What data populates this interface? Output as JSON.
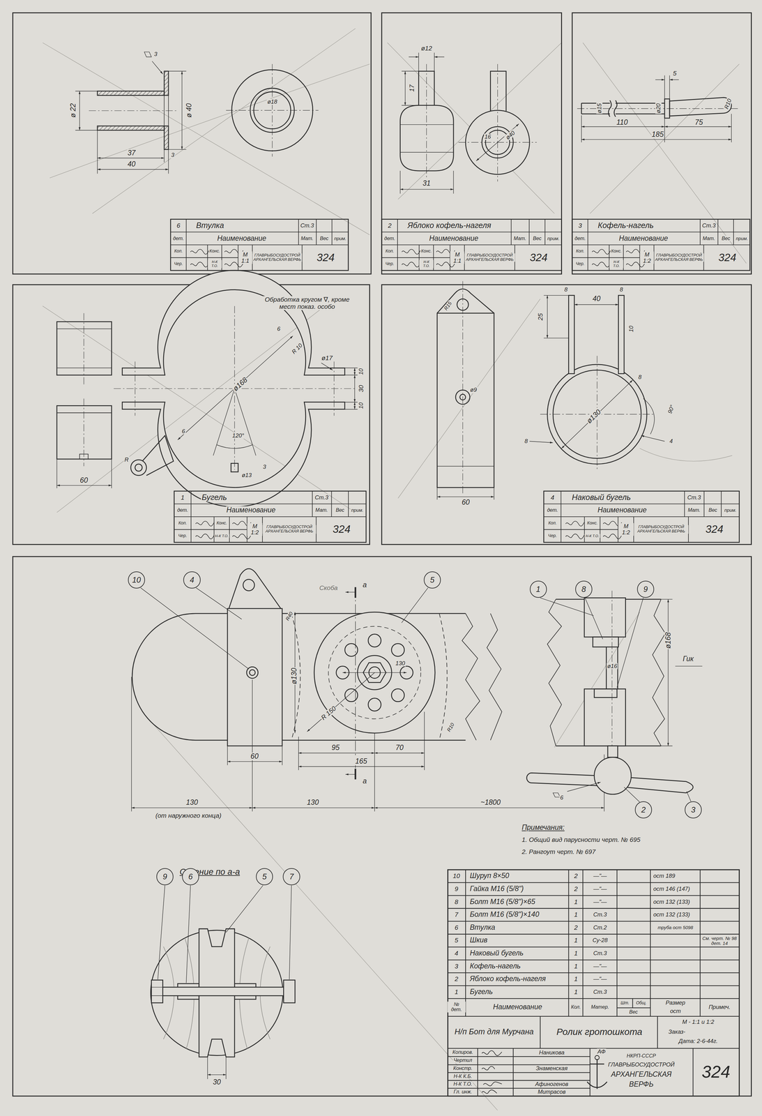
{
  "diagram": {
    "nodes": [
      {
        "text": [
          "10"
        ]
      },
      {
        "text": [
          "4"
        ]
      },
      {
        "text": [
          "5"
        ]
      },
      {
        "text": [
          "1"
        ]
      },
      {
        "text": [
          "8"
        ]
      },
      {
        "text": [
          "9"
        ]
      },
      {
        "text": [
          "2"
        ]
      },
      {
        "text": [
          "3"
        ]
      },
      {
        "text": [
          "9"
        ]
      },
      {
        "text": [
          "6"
        ]
      },
      {
        "text": [
          "5"
        ]
      },
      {
        "text": [
          "7"
        ]
      }
    ],
    "labels": [
      "3",
      "ø 22",
      "ø 40",
      "ø18",
      "37",
      "3",
      "40",
      "6",
      "Втулка",
      "Ст.3",
      "дет.",
      "Наименование",
      "Мат.",
      "Вес",
      "прим.",
      "Коп.",
      "Конс.",
      "Н-К Т.О.",
      "Чер.",
      "М 1:1",
      "ГЛАВРЫБОСУДОСТРОЙ АРХАНГЕЛЬСКАЯ ВЕРФЬ",
      "324",
      "ø12",
      "17",
      "31",
      "16",
      "ø40",
      "2",
      "Яблоко кофель-нагеля",
      "дет.",
      "Наименование",
      "Мат.",
      "Вес",
      "прим.",
      "Коп.",
      "Конс.",
      "Н-К Т.О.",
      "Чер.",
      "М 1:1",
      "ГЛАВРЫБОСУДОСТРОЙ АРХАНГЕЛЬСКАЯ ВЕРФЬ",
      "324",
      "5",
      "ø15",
      "ø20",
      "R10",
      "110",
      "75",
      "185",
      "3",
      "Кофель-нагель",
      "Ст.3",
      "дет.",
      "Наименование",
      "Мат.",
      "Вес",
      "прим.",
      "Коп.",
      "Конс.",
      "Н-К Т.О.",
      "Чер.",
      "М 1:2",
      "ГЛАВРЫБОСУДОСТРОЙ АРХАНГЕЛЬСКАЯ ВЕРФЬ",
      "324",
      "Обработка кругом ∇, кроме мест показ. особо",
      "ø17",
      "R 10",
      "10",
      "30",
      "10",
      "ø168",
      "6",
      "6",
      "120°",
      "ø13",
      "3",
      "R",
      "60",
      "1",
      "Бугель",
      "Ст.3",
      "дет.",
      "Наименование",
      "Мат.",
      "Вес",
      "прим.",
      "Коп.",
      "Конс.",
      "Н-К Т.О.",
      "Чер.",
      "М 1:2",
      "ГЛАВРЫБОСУДОСТРОЙ АРХАНГЕЛЬСКАЯ ВЕРФЬ",
      "324",
      "ø9",
      "40",
      "8",
      "8",
      "25",
      "10",
      "ø130",
      "8",
      "90°",
      "8",
      "4",
      "60",
      "R15",
      "4",
      "Наковый бугель",
      "Ст.3",
      "дет.",
      "Наименование",
      "Мат.",
      "Вес",
      "прим.",
      "Коп.",
      "Конс.",
      "Н-К Т.О.",
      "Чер.",
      "М 1:2",
      "ГЛАВРЫБОСУДОСТРОЙ АРХАНГЕЛЬСКАЯ ВЕРФЬ",
      "324",
      "а",
      "а",
      "Скоба",
      "R40",
      "ø130",
      "130",
      "R 150",
      "R10",
      "95",
      "70",
      "165",
      "60",
      "130",
      "(от наружного конца)",
      "130",
      "~1800",
      "ø16",
      "ø168",
      "Гик",
      "6",
      "Сечение по а-а",
      "30",
      "Примечания:",
      "1. Общий вид парусности черт. № 695",
      "2. Рангоут черт. № 697",
      "10",
      "Шуруп 8×50",
      "2",
      "—\"—",
      "ост 189",
      "9",
      "Гайка М16 (5/8\")",
      "2",
      "—\"—",
      "ост 146 (147)",
      "8",
      "Болт М16 (5/8\")×65",
      "1",
      "—\"—",
      "ост 132 (133)",
      "7",
      "Болт М16 (5/8\")×140",
      "1",
      "Ст.3",
      "ост 132 (133)",
      "6",
      "Втулка",
      "2",
      "Ст.2",
      "труба ост 5098",
      "5",
      "Шкив",
      "1",
      "Су-28",
      "4",
      "Наковый бугель",
      "1",
      "Ст.3",
      "3",
      "Кофель-нагель",
      "1",
      "—\"—",
      "2",
      "Яблоко кофель-нагеля",
      "1",
      "—\"—",
      "1",
      "Бугель",
      "1",
      "Ст.3",
      "См. черт. № 98 дет. 14",
      "№ дет.",
      "Наименование",
      "Кол.",
      "Матер.",
      "Шт.",
      "Общ.",
      "Вес",
      "Размер",
      "ост",
      "Примеч.",
      "Н/п Бот для Мурчана",
      "Ролик гротошкота",
      "М - 1:1 и 1:2",
      "Заказ-",
      "Дата: 2-6-44г.",
      "Копиров.",
      "Чертил",
      "Констр.",
      "Н-К К.Б.",
      "Н-К Т.О.",
      "Гл. инж.",
      "Наникова",
      "Знаменская",
      "Афиногенов",
      "Митрасов",
      "НКРП-СССР",
      "ГЛАВРЫБОСУДОСТРОЙ",
      "АРХАНГЕЛЬСКАЯ",
      "ВЕРФЬ",
      "324",
      "АФ"
    ]
  }
}
